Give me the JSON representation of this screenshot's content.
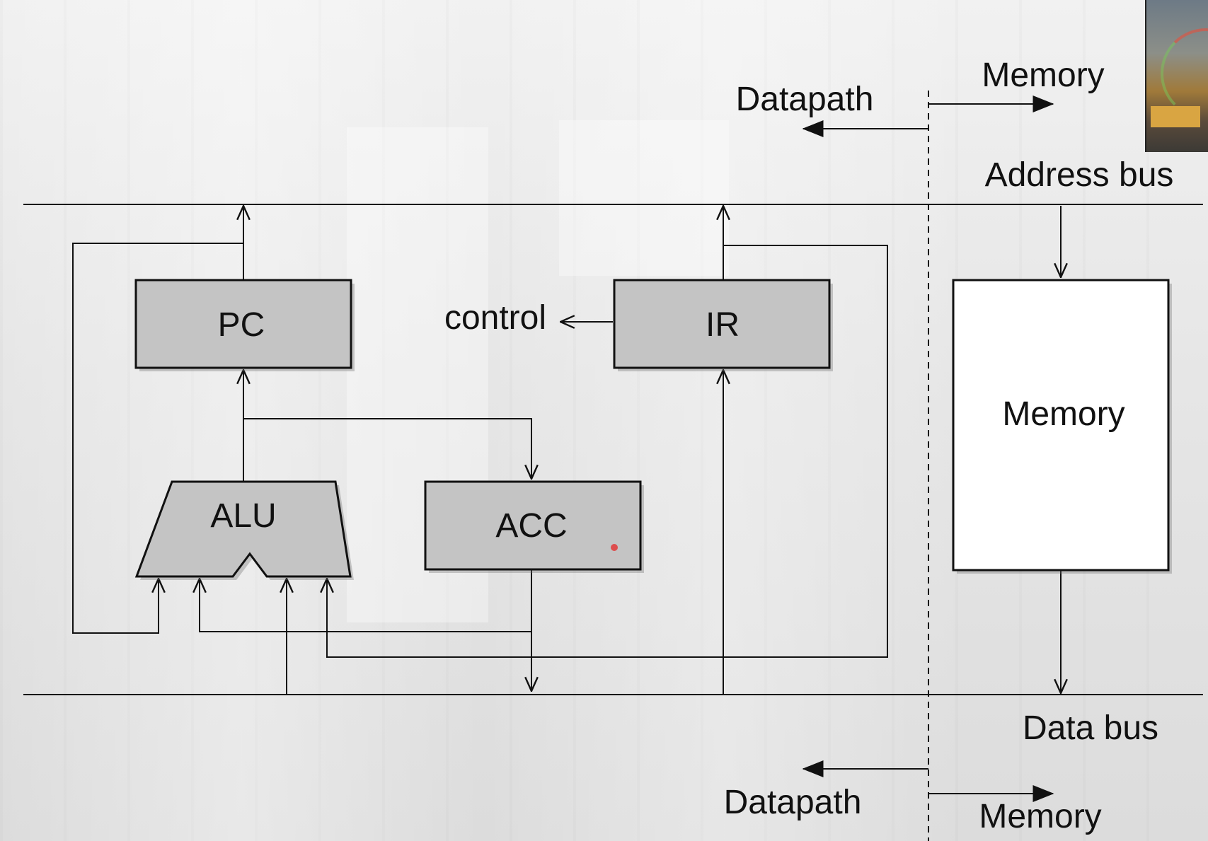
{
  "labels": {
    "memory_top": "Memory",
    "datapath_top": "Datapath",
    "address_bus": "Address bus",
    "pc": "PC",
    "control": "control",
    "ir": "IR",
    "memory_block": "Memory",
    "alu": "ALU",
    "acc": "ACC",
    "data_bus": "Data bus",
    "datapath_bottom": "Datapath",
    "memory_bottom": "Memory"
  },
  "colors": {
    "register_fill": "#c4c4c4",
    "memory_fill": "#ffffff",
    "line": "#111111",
    "pointer": "#e04040"
  }
}
